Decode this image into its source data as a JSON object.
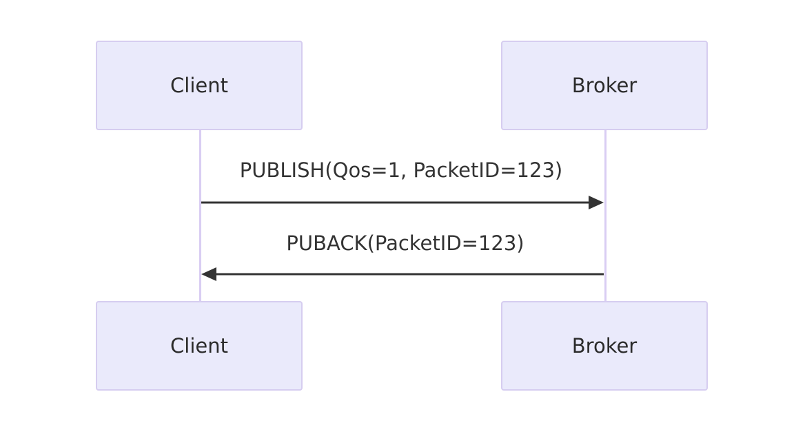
{
  "participants": {
    "client": {
      "label": "Client"
    },
    "broker": {
      "label": "Broker"
    }
  },
  "messages": [
    {
      "from": "Client",
      "to": "Broker",
      "label": "PUBLISH(Qos=1, PacketID=123)"
    },
    {
      "from": "Broker",
      "to": "Client",
      "label": "PUBACK(PacketID=123)"
    }
  ],
  "colors": {
    "actor_fill": "#eaeafb",
    "actor_border": "#d6cdf0",
    "lifeline": "#d9cdf3",
    "arrow": "#333333"
  }
}
